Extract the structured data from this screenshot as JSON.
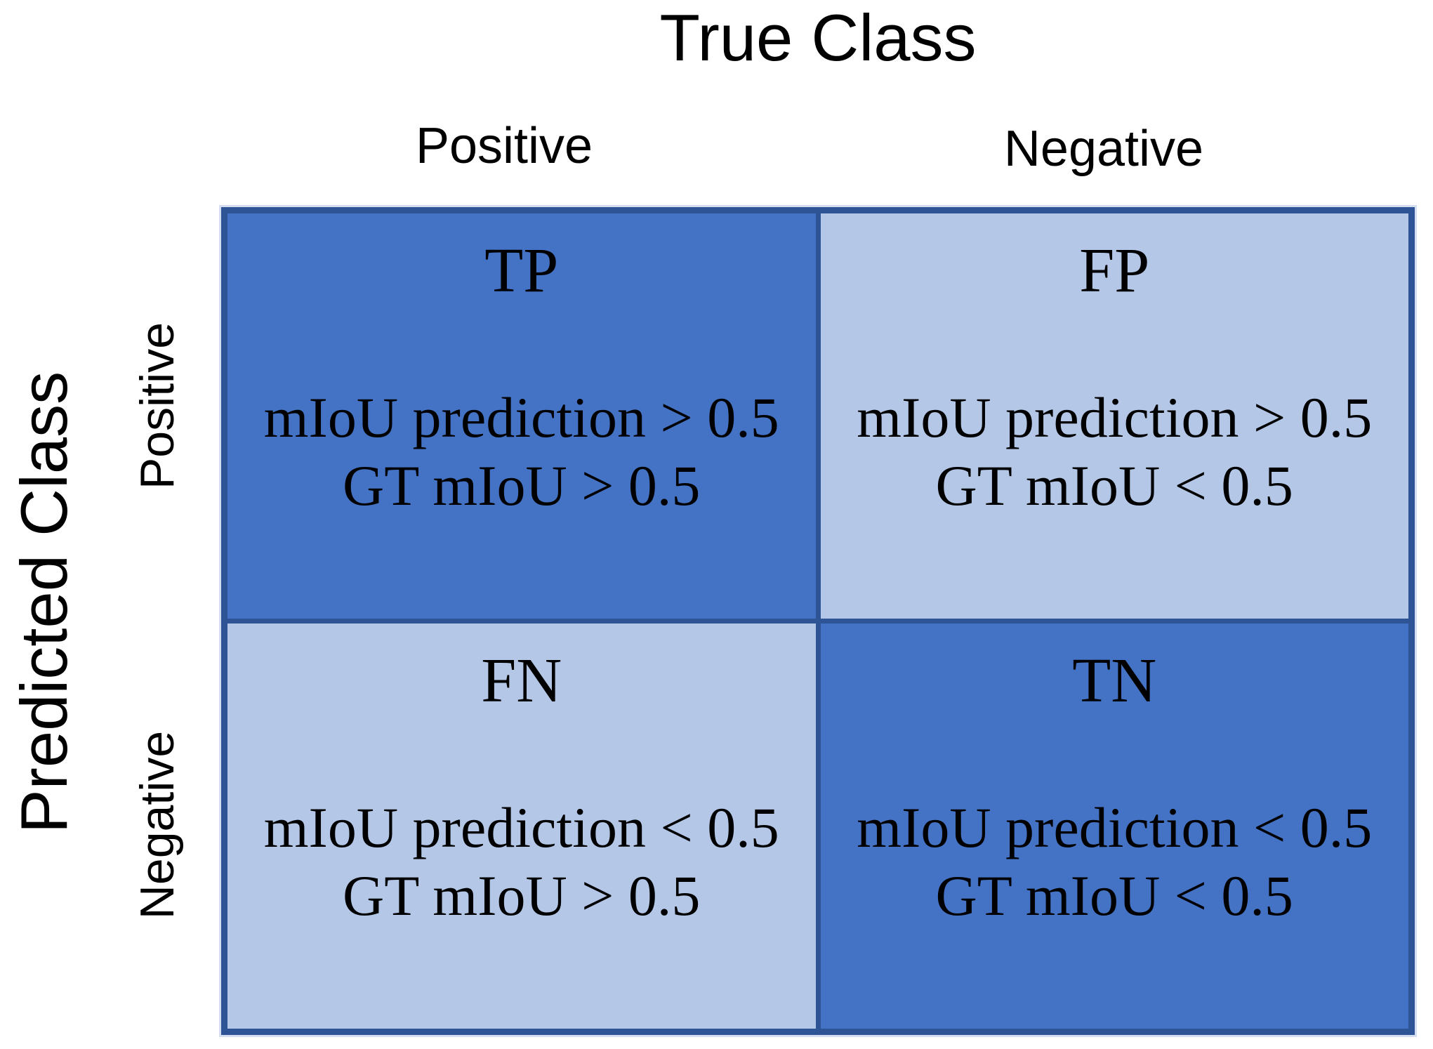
{
  "figure": {
    "title": "True Class",
    "row_axis_label": "Predicted Class",
    "col_headers": [
      "Positive",
      "Negative"
    ],
    "row_headers": [
      "Positive",
      "Negative"
    ],
    "cells": [
      {
        "id": "TP",
        "label": "TP",
        "line1": "mIoU prediction > 0.5",
        "line2": "GT mIoU > 0.5",
        "tone": "dark"
      },
      {
        "id": "FP",
        "label": "FP",
        "line1": "mIoU prediction > 0.5",
        "line2": "GT mIoU < 0.5",
        "tone": "light"
      },
      {
        "id": "FN",
        "label": "FN",
        "line1": "mIoU prediction < 0.5",
        "line2": "GT mIoU > 0.5",
        "tone": "light"
      },
      {
        "id": "TN",
        "label": "TN",
        "line1": "mIoU prediction < 0.5",
        "line2": "GT mIoU < 0.5",
        "tone": "dark"
      }
    ],
    "colors": {
      "cell_dark": "#4472C4",
      "cell_light": "#B4C7E7",
      "border": "#2F5496",
      "text": "#000000",
      "background": "#FFFFFF"
    }
  }
}
